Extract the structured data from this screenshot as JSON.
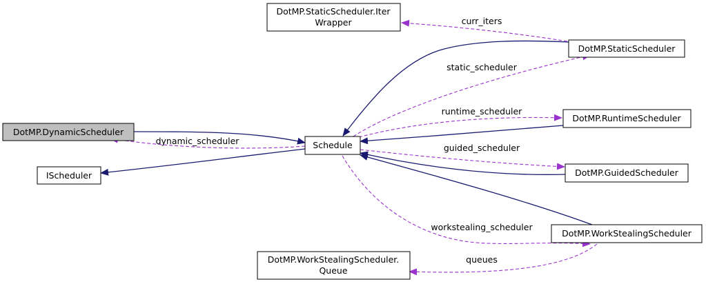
{
  "colors": {
    "inheritance": "#191970",
    "usage": "#9a32cd",
    "highlight_fill": "#bfbfbf",
    "node_fill": "#ffffff"
  },
  "nodes": {
    "iter_wrapper": {
      "line1": "DotMP.StaticScheduler.Iter",
      "line2": "Wrapper"
    },
    "static_scheduler": {
      "label": "DotMP.StaticScheduler"
    },
    "dynamic_scheduler": {
      "label": "DotMP.DynamicScheduler"
    },
    "schedule": {
      "label": "Schedule"
    },
    "runtime_scheduler": {
      "label": "DotMP.RuntimeScheduler"
    },
    "ischeduler": {
      "label": "IScheduler"
    },
    "guided_scheduler": {
      "label": "DotMP.GuidedScheduler"
    },
    "workstealing_scheduler": {
      "label": "DotMP.WorkStealingScheduler"
    },
    "workstealing_queue": {
      "line1": "DotMP.WorkStealingScheduler.",
      "line2": "Queue"
    }
  },
  "edge_labels": {
    "curr_iters": "curr_iters",
    "static_scheduler": "static_scheduler",
    "runtime_scheduler": "runtime_scheduler",
    "dynamic_scheduler": "dynamic_scheduler",
    "guided_scheduler": "guided_scheduler",
    "workstealing_scheduler": "workstealing_scheduler",
    "queues": "queues"
  }
}
